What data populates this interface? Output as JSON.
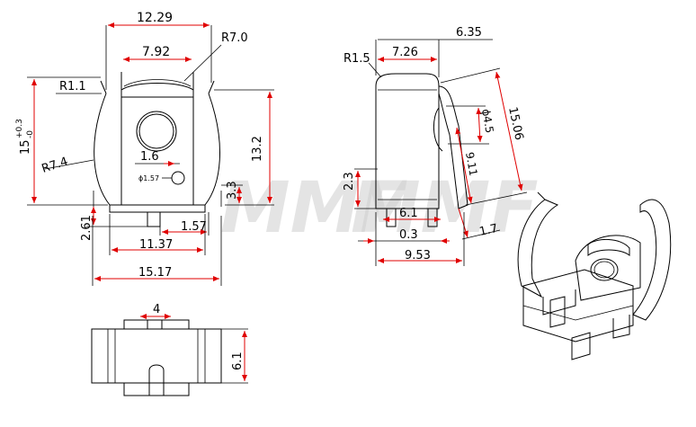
{
  "front_view": {
    "width_top": "12.29",
    "radius_top": "R7.0",
    "inner_width": "7.92",
    "radius_left": "R1.1",
    "height_tol": "15",
    "tol_plus": "+0.3",
    "tol_minus": "-0",
    "radius_side": "R7.4",
    "hole_offset": "1.6",
    "hole_dia": "ϕ1.57",
    "right_height": "13.2",
    "foot_height": "3.3",
    "pin_height": "2.61",
    "pin_width": "1.57",
    "inner_base": "11.37",
    "overall_width": "15.17"
  },
  "side_view": {
    "radius": "R1.5",
    "top_width": "7.26",
    "depth": "6.35",
    "height": "15.06",
    "hole_dia": "ϕ4.5",
    "hole_height": "9.11",
    "clip_height": "2.3",
    "pin_spacing": "6.1",
    "pin_offset": "0.3",
    "tab_width": "1.7",
    "overall_depth": "9.53"
  },
  "bottom_view": {
    "notch_width": "4",
    "depth": "6.1"
  },
  "watermark": "MMF"
}
